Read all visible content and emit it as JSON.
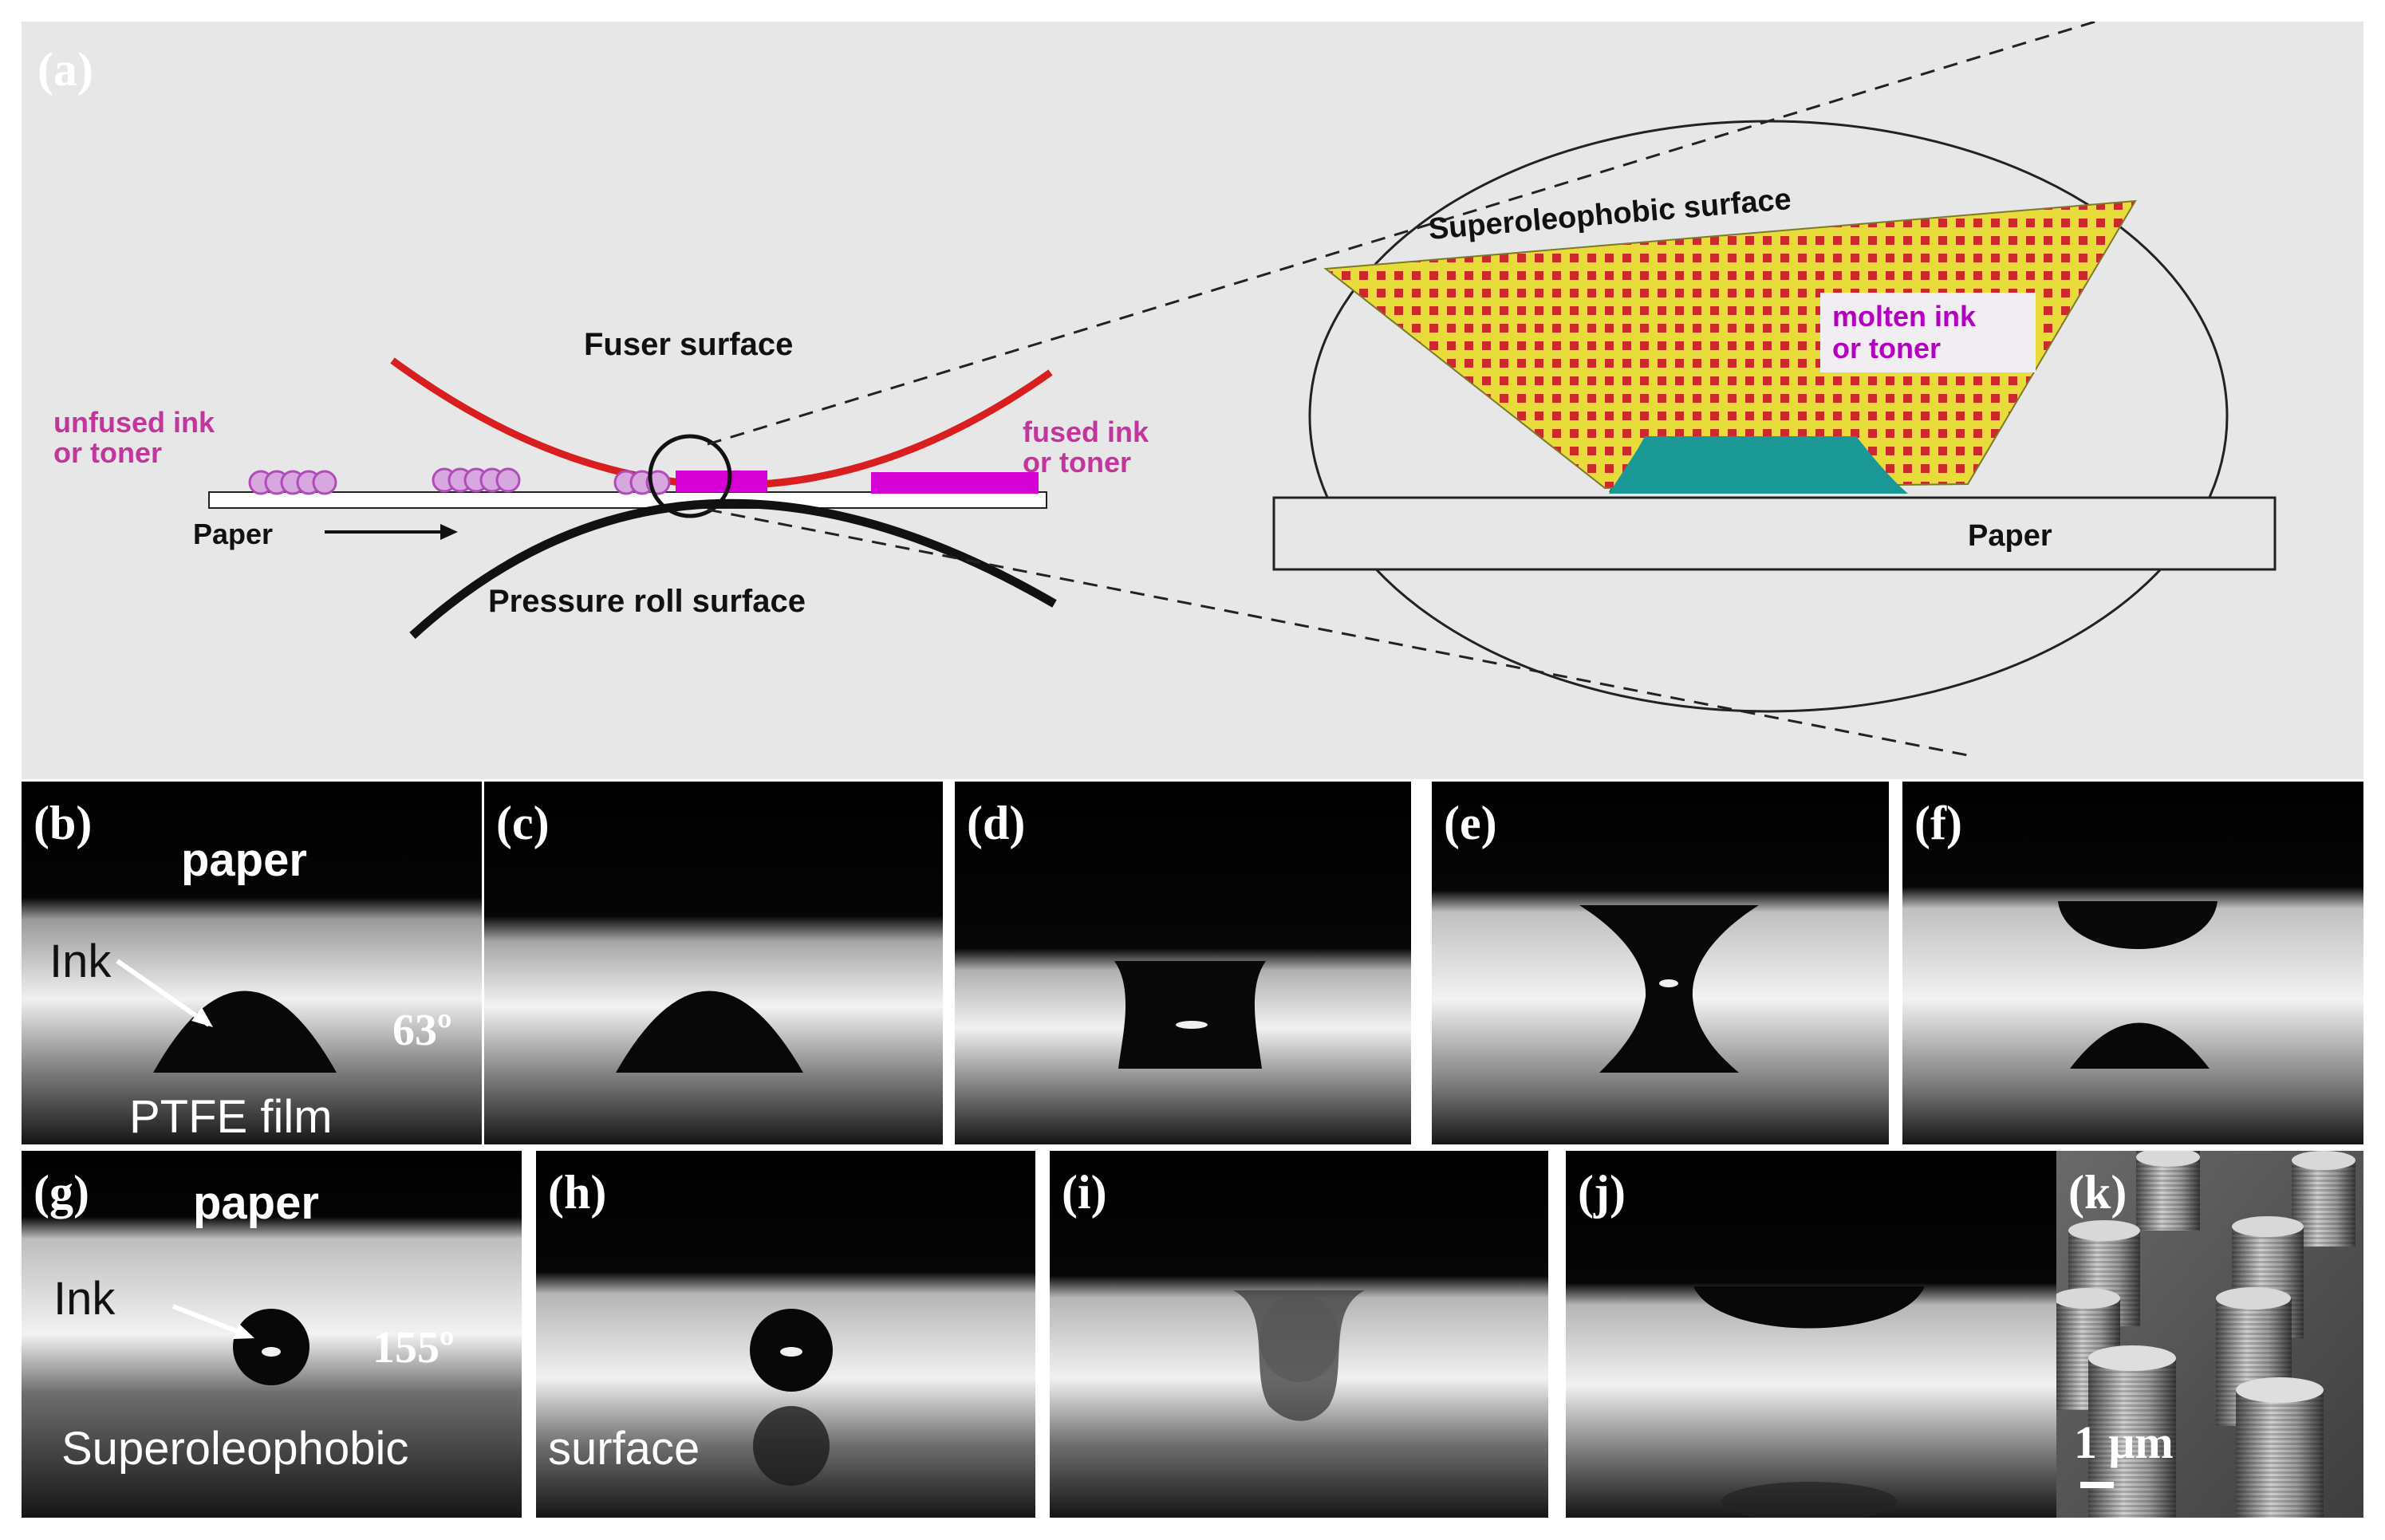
{
  "panel_a": {
    "label": "(a)",
    "fuser_surface": "Fuser surface",
    "pressure_roll": "Pressure roll surface",
    "paper": "Paper",
    "unfused_1": "unfused ink",
    "unfused_2": "or toner",
    "fused_1": "fused ink",
    "fused_2": "or toner",
    "zoom_title": "Superoleophobic surface",
    "molten_1": "molten ink",
    "molten_2": "or toner",
    "zoom_paper": "Paper",
    "colors": {
      "fuser": "#d81e1e",
      "ink_dot": "#c04fc0",
      "ink_bar": "#d400d4",
      "drop": "#1c9c9a",
      "grid_bg": "#e8dc3a",
      "grid_dot": "#cc2a2a"
    }
  },
  "row1": {
    "b": {
      "label": "(b)",
      "paper": "paper",
      "ink": "Ink",
      "angle": "63º",
      "film": "PTFE film"
    },
    "c": {
      "label": "(c)"
    },
    "d": {
      "label": "(d)"
    },
    "e": {
      "label": "(e)"
    },
    "f": {
      "label": "(f)"
    }
  },
  "row2": {
    "g": {
      "label": "(g)",
      "paper": "paper",
      "ink": "Ink",
      "angle": "155º",
      "surface1": "Superoleophobic"
    },
    "h": {
      "label": "(h)",
      "surface2": "surface"
    },
    "i": {
      "label": "(i)"
    },
    "j": {
      "label": "(j)"
    },
    "k": {
      "label": "(k)",
      "scale": "1 μm"
    }
  }
}
